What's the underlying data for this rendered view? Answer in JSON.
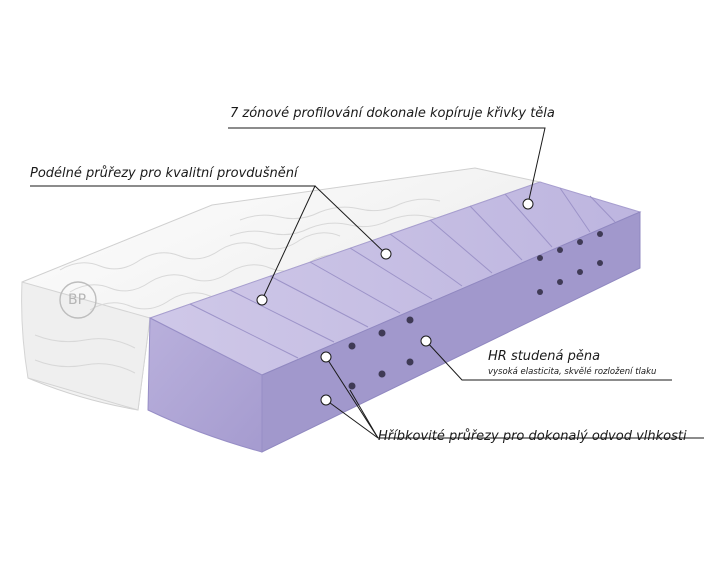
{
  "logo_text": "BP",
  "callouts": {
    "zones": "7 zónové profilování dokonale kopíruje křivky těla",
    "channels": "Podélné průřezy pro kvalitní provdušnění",
    "foam_title": "HR studená pěna",
    "foam_sub": "vysoká elasticita,  skvělé rozložení tlaku",
    "mushroom": "Hříbkovité průřezy pro dokonalý odvod vlhkosti"
  },
  "colors": {
    "foam_front": "#b0a6d6",
    "foam_top": "#c7bfe3",
    "foam_side": "#9c93c8",
    "cover": "#f4f4f4",
    "leader": "#1a1a1a"
  }
}
